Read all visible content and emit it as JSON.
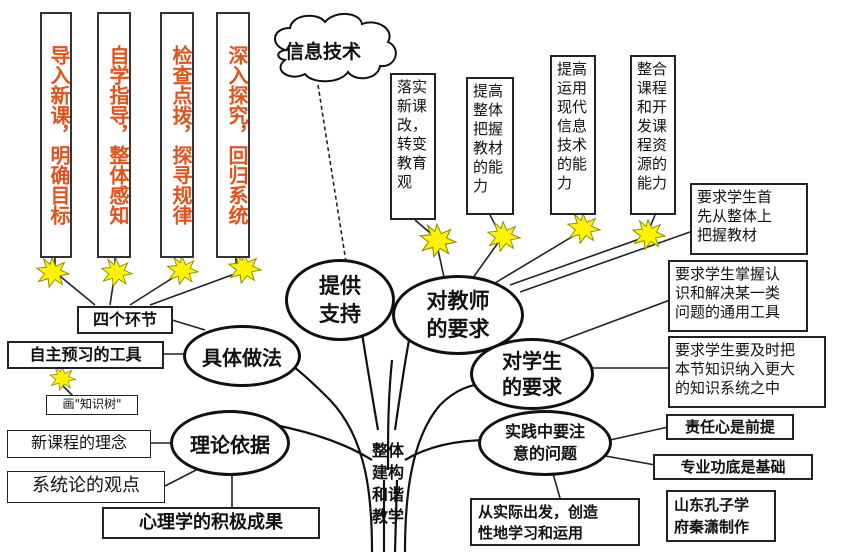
{
  "steps": [
    "导入新课，明确目标",
    "自学指导，整体感知",
    "检查点拨，探寻规律",
    "深入探究，回归系统"
  ],
  "cloud": "信息技术",
  "teacher_reqs": [
    "落实\n新课\n改，\n转变\n教育\n观",
    "提高\n整体\n把握\n教材\n的能\n力",
    "提高\n运用\n现代\n信息\n技术\n的能\n力",
    "整合\n课程\n和开\n发课\n程资\n源的\n能力"
  ],
  "student_reqs": [
    "要求学生首\n先从整体上\n把握教材",
    "要求学生掌握认\n识和解决某一类\n问题的通用工具",
    "要求学生要及时把\n本节知识纳入更大\n的知识系统之中"
  ],
  "nodes": {
    "four_steps": "四个环节",
    "specific_method": "具体做法",
    "self_study_tool": "自主预习的工具",
    "draw_tree": "画\"知识树\"",
    "theory": "理论依据",
    "theory_items": [
      "新课程的理念",
      "系统论的观点",
      "心理学的积极成果"
    ],
    "provide_support": "提供\n支持",
    "teacher_req": "对教师\n的要求",
    "student_req": "对学生\n的要求",
    "practice_issues": "实践中要注\n意的问题",
    "responsibility": "责任心是前提",
    "professional": "专业功底是基础",
    "from_reality": "从实际出发，创造\n性地学习和运用",
    "author": "山东孔子学\n府秦潇制作",
    "trunk": "整体\n建构\n和谐\n教学"
  },
  "colors": {
    "accent": "#e0531c",
    "star_fill": "#fff200",
    "star_stroke": "#8a8a00"
  }
}
